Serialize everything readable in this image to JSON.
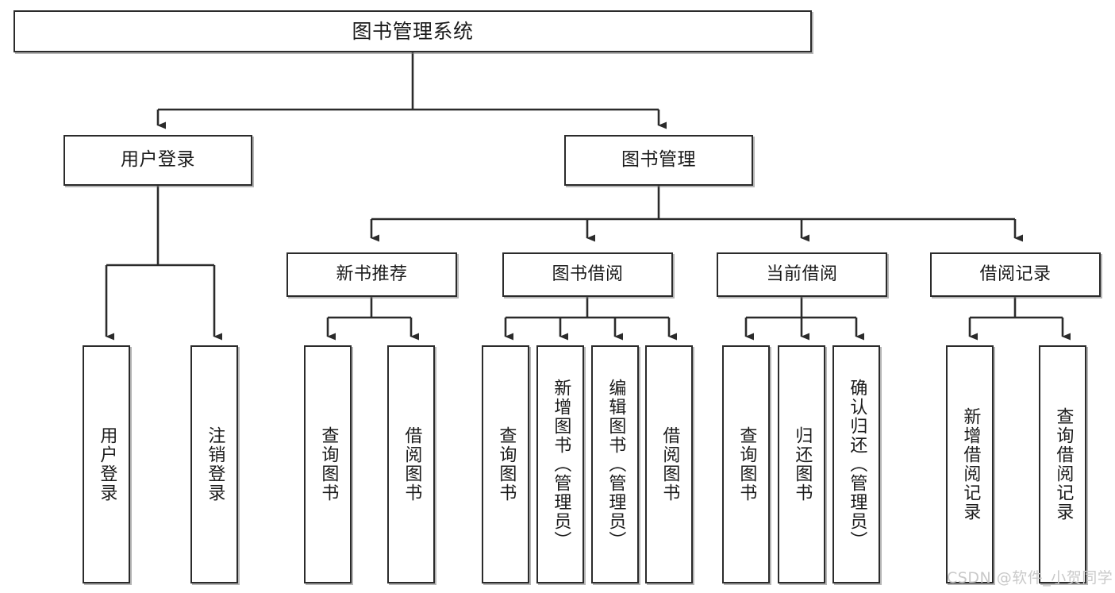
{
  "diagram": {
    "title": "图书管理系统",
    "type": "hierarchy-tree",
    "line_color": "#2b2b2b",
    "box_fill": "#ffffff",
    "text_color": "#1b1b1b",
    "nodes": {
      "root": {
        "label": "图书管理系统",
        "level": 0,
        "orientation": "horizontal"
      },
      "user_login": {
        "label": "用户登录",
        "level": 1,
        "orientation": "horizontal"
      },
      "book_manage": {
        "label": "图书管理",
        "level": 1,
        "orientation": "horizontal"
      },
      "new_book_rec": {
        "label": "新书推荐",
        "level": 2,
        "orientation": "horizontal"
      },
      "book_borrow": {
        "label": "图书借阅",
        "level": 2,
        "orientation": "horizontal"
      },
      "current_borrow": {
        "label": "当前借阅",
        "level": 2,
        "orientation": "horizontal"
      },
      "borrow_record": {
        "label": "借阅记录",
        "level": 2,
        "orientation": "horizontal"
      },
      "leaf_user_login": {
        "label": "用户登录",
        "level": 3,
        "orientation": "vertical"
      },
      "leaf_user_logout": {
        "label": "注销登录",
        "level": 3,
        "orientation": "vertical"
      },
      "leaf_rec_query": {
        "label": "查询图书",
        "level": 3,
        "orientation": "vertical"
      },
      "leaf_rec_borrow": {
        "label": "借阅图书",
        "level": 3,
        "orientation": "vertical"
      },
      "leaf_borrow_query": {
        "label": "查询图书",
        "level": 3,
        "orientation": "vertical"
      },
      "leaf_borrow_add": {
        "label": "新增图书（管理员）",
        "level": 3,
        "orientation": "vertical"
      },
      "leaf_borrow_edit": {
        "label": "编辑图书（管理员）",
        "level": 3,
        "orientation": "vertical"
      },
      "leaf_borrow_lend": {
        "label": "借阅图书",
        "level": 3,
        "orientation": "vertical"
      },
      "leaf_cur_query": {
        "label": "查询图书",
        "level": 3,
        "orientation": "vertical"
      },
      "leaf_cur_return": {
        "label": "归还图书",
        "level": 3,
        "orientation": "vertical"
      },
      "leaf_cur_confirm": {
        "label": "确认归还（管理员）",
        "level": 3,
        "orientation": "vertical"
      },
      "leaf_rec_add": {
        "label": "新增借阅记录",
        "level": 3,
        "orientation": "vertical"
      },
      "leaf_rec_search": {
        "label": "查询借阅记录",
        "level": 3,
        "orientation": "vertical"
      }
    }
  },
  "watermark": {
    "text": "CSDN @软件_小贺同学"
  }
}
